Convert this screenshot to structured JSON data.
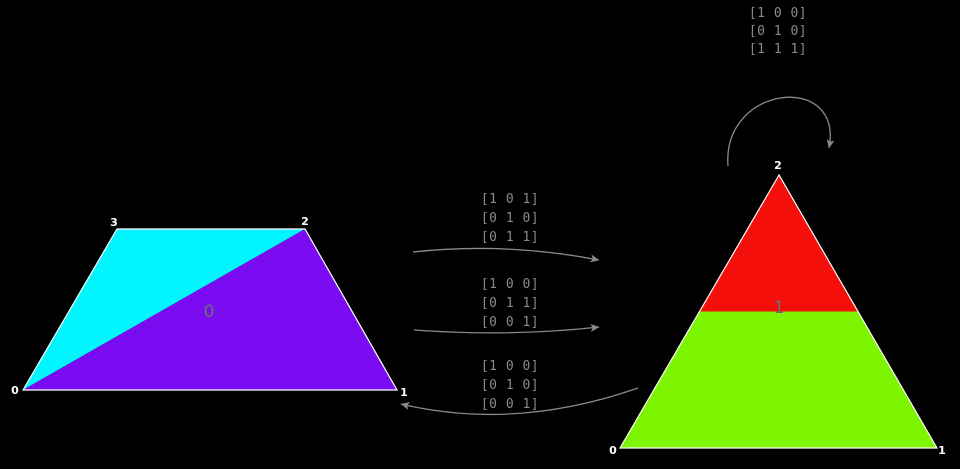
{
  "colors": {
    "background": "#000000",
    "left_upper_fill": "#00f5ff",
    "left_lower_fill": "#7a0bf0",
    "right_upper_fill": "#f50f0a",
    "right_lower_fill": "#7df500",
    "outline": "#ffffff",
    "annotation": "#8a8a8a",
    "region_label": "#6e6e6e",
    "vertex_label": "#ffffff"
  },
  "left_shape": {
    "region_label": "0",
    "vertex_bottom_left": "0",
    "vertex_bottom_right": "1",
    "vertex_top_right": "2",
    "vertex_top_left": "3"
  },
  "right_shape": {
    "region_label": "1",
    "vertex_bottom_left": "0",
    "vertex_bottom_right": "1",
    "vertex_top": "2"
  },
  "matrices": {
    "to_right_top": {
      "rows": [
        "[1 0 1]",
        "[0 1 0]",
        "[0 1 1]"
      ]
    },
    "to_right_middle": {
      "rows": [
        "[1 0 0]",
        "[0 1 1]",
        "[0 0 1]"
      ]
    },
    "to_left_bottom": {
      "rows": [
        "[1 0 0]",
        "[0 1 0]",
        "[0 0 1]"
      ]
    },
    "self_loop_top": {
      "rows": [
        "[1 0 0]",
        "[0 1 0]",
        "[1 1 1]"
      ]
    }
  }
}
